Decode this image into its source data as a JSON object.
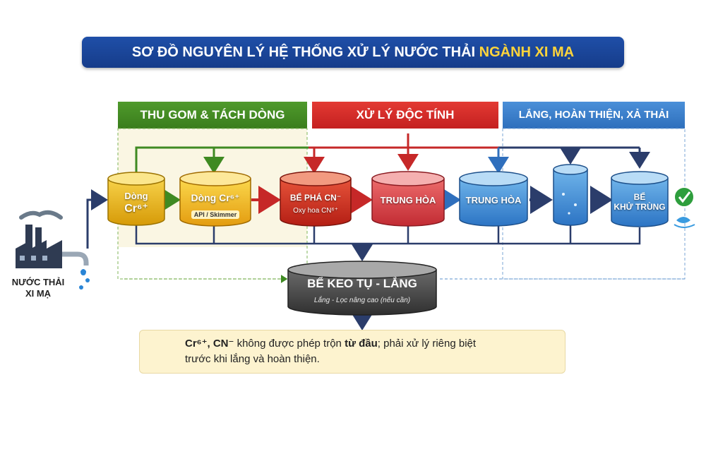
{
  "title": {
    "main": "SƠ ĐỒ NGUYÊN LÝ HỆ THỐNG XỬ LÝ NƯỚC THẢI",
    "highlight": "NGÀNH XI MẠ"
  },
  "stages": [
    {
      "label": "THU GOM & TÁCH DÒNG"
    },
    {
      "label": "XỬ LÝ ĐỘC TÍNH"
    },
    {
      "label": "LẮNG, HOÀN THIỆN, XẢ THẢI"
    }
  ],
  "source": {
    "line1": "NƯỚC THẢI",
    "line2": "XI MẠ"
  },
  "tanks": {
    "cr_stream": {
      "line1": "Dòng",
      "line2": "Cr⁶⁺"
    },
    "oil_stream": {
      "line1": "Dòng Cr⁶⁺",
      "sub": "API / Skimmer"
    },
    "cn_tank": {
      "line1": "BỂ PHÁ CN⁻",
      "sub": "Oxy hoa CN⁶⁺"
    },
    "neutral_1": {
      "line1": "TRUNG HÒA"
    },
    "neutral_2": {
      "line1": "TRUNG HÒA"
    },
    "disinfect": {
      "line1": "BỂ",
      "line2": "KHỬ TRÙNG"
    }
  },
  "settling": {
    "title": "BỂ KEO TỤ - LẮNG",
    "sub": "Lắng - Lọc nâng cao (nếu cần)"
  },
  "warning": {
    "bold1": "Cr⁶⁺, CN⁻",
    "text1": " không được phép trộn ",
    "bold2": "từ đầu",
    "text2": "; phải xử lý riêng biệt",
    "line2": "trước khi lắng và hoàn thiện."
  },
  "colors": {
    "green": "#3f8a22",
    "red": "#c62828",
    "blue": "#2f6fbd",
    "navy": "#2b3d6b",
    "orange": "#e06f1a"
  }
}
